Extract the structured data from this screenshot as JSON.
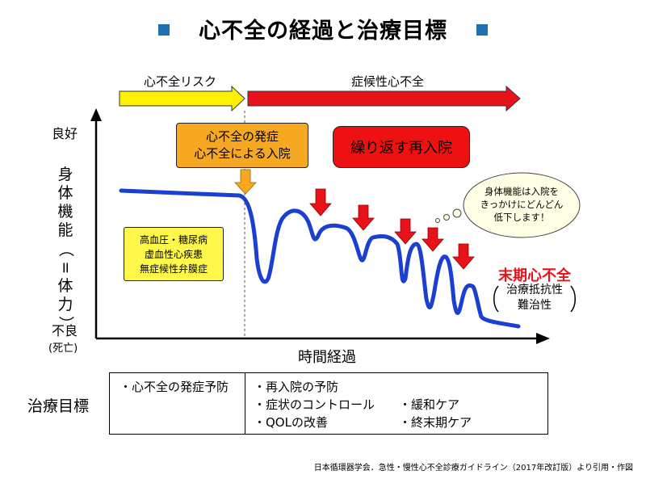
{
  "title": "心不全の経過と治療目標",
  "colors": {
    "title_square": "#1f6fb5",
    "arrow_yellow": "#fff200",
    "arrow_red": "#e8131a",
    "curve": "#1a3fd1",
    "orange_box": "#f7a823",
    "red_box": "#ee1111",
    "yellow_box": "#fff84a",
    "end_stage_text": "#e8131a"
  },
  "phases": {
    "risk": "心不全リスク",
    "symptomatic": "症候性心不全"
  },
  "y_axis": {
    "good": "良好",
    "label": "身体機能（=体力）",
    "label_chars": [
      "身",
      "体",
      "機",
      "能",
      "（",
      "=",
      "体",
      "力",
      "）"
    ],
    "bad": "不良",
    "bad_note": "(死亡)"
  },
  "x_axis": {
    "label": "時間経過"
  },
  "onset_box": {
    "line1": "心不全の発症",
    "line2": "心不全による入院"
  },
  "readmission_box": "繰り返す再入院",
  "risk_box": {
    "line1": "高血圧・糖尿病",
    "line2": "虚血性心疾患",
    "line3": "無症候性弁膜症"
  },
  "thought_bubble": {
    "line1": "身体機能は入院を",
    "line2": "きっかけにどんどん",
    "line3": "低下します！"
  },
  "end_stage": {
    "title": "末期心不全",
    "line1": "治療抵抗性",
    "line2": "難治性"
  },
  "treatment_goals": {
    "label": "治療目標",
    "col1": [
      "・心不全の発症予防"
    ],
    "col2_left": [
      "・再入院の予防",
      "・症状のコントロール",
      "・QOLの改善"
    ],
    "col2_right": [
      "・緩和ケア",
      "・終末期ケア"
    ]
  },
  "source": "日本循環器学会．急性・慢性心不全診療ガイドライン（2017年改訂版）より引用・作図"
}
